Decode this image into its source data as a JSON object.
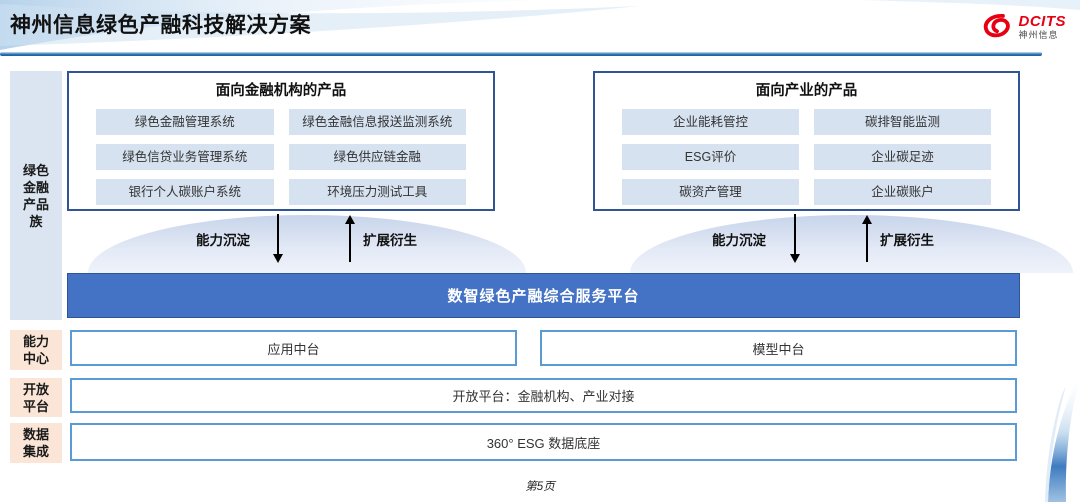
{
  "colors": {
    "accent_blue": "#4472C4",
    "border_dark_blue": "#2F5597",
    "border_light_blue": "#5B9BD5",
    "item_fill": "#D6E2F0",
    "rail_blue_fill": "#DBE5F1",
    "rail_peach_fill": "#FBE5D6",
    "header_line_blue": "#2E75B6",
    "logo_red": "#E60012"
  },
  "header": {
    "title": "神州信息绿色产融科技解决方案",
    "logo_brand": "DCITS",
    "logo_sub": "神州信息"
  },
  "left_rail": {
    "product_family_label": "绿色\n金融\n产品\n族",
    "capability_label": "能力\n中心",
    "open_platform_label": "开放\n平台",
    "data_integration_label": "数据\n集成"
  },
  "finance_products": {
    "title": "面向金融机构的产品",
    "items": [
      "绿色金融管理系统",
      "绿色金融信息报送监测系统",
      "绿色信贷业务管理系统",
      "绿色供应链金融",
      "银行个人碳账户系统",
      "环境压力测试工具"
    ]
  },
  "industry_products": {
    "title": "面向产业的产品",
    "items": [
      "企业能耗管控",
      "碳排智能监测",
      "ESG评价",
      "企业碳足迹",
      "碳资产管理",
      "企业碳账户"
    ]
  },
  "arrows": {
    "down_label": "能力沉淀",
    "up_label": "扩展衍生"
  },
  "platform": {
    "title": "数智绿色产融综合服务平台"
  },
  "capability_row": {
    "items": [
      "应用中台",
      "模型中台"
    ]
  },
  "open_platform_row": {
    "text": "开放平台：金融机构、产业对接"
  },
  "data_row": {
    "text": "360° ESG 数据底座"
  },
  "footer": {
    "page": "第5页"
  }
}
